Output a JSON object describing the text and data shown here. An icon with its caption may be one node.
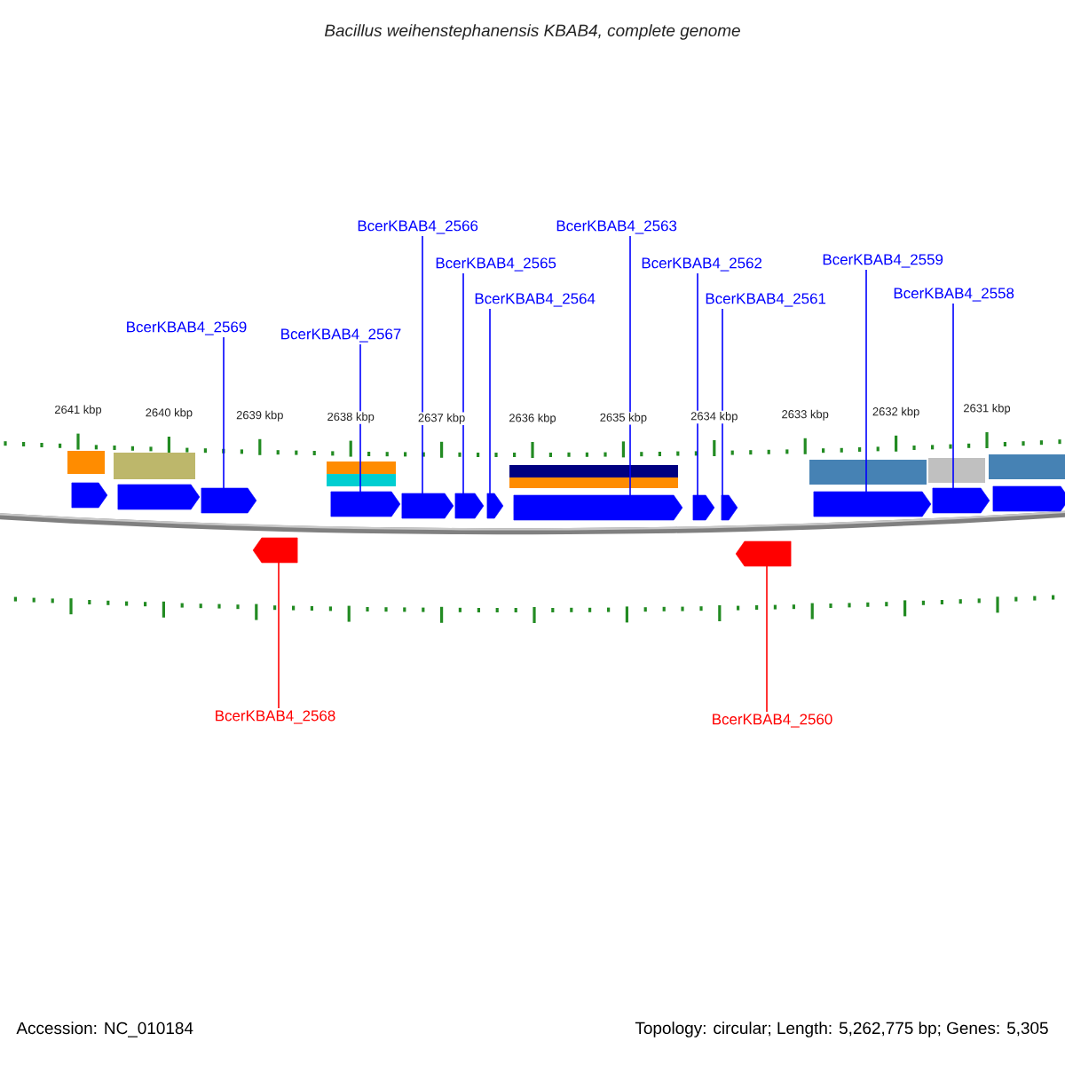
{
  "diagram": {
    "title": "Bacillus weihenstephanensis KBAB4, complete genome",
    "nodes": [
      {
        "text": [
          "BcerKBAB4_2566"
        ]
      },
      {
        "text": [
          "BcerKBAB4_2563"
        ]
      },
      {
        "text": [
          "BcerKBAB4_2565"
        ]
      },
      {
        "text": [
          "BcerKBAB4_2562"
        ]
      },
      {
        "text": [
          "BcerKBAB4_2559"
        ]
      },
      {
        "text": [
          "BcerKBAB4_2564"
        ]
      },
      {
        "text": [
          "BcerKBAB4_2561"
        ]
      },
      {
        "text": [
          "BcerKBAB4_2558"
        ]
      },
      {
        "text": [
          "BcerKBAB4_2569"
        ]
      },
      {
        "text": [
          "BcerKBAB4_2567"
        ]
      },
      {
        "text": [],
        "shape": "arrow"
      },
      {
        "text": [],
        "shape": "arrow"
      },
      {
        "text": [],
        "shape": "arrow"
      },
      {
        "text": [],
        "shape": "arrow"
      },
      {
        "text": [],
        "shape": "arrow"
      },
      {
        "text": [],
        "shape": "arrow"
      },
      {
        "text": [],
        "shape": "arrow"
      },
      {
        "text": [],
        "shape": "arrow"
      },
      {
        "text": [],
        "shape": "arrow"
      },
      {
        "text": [],
        "shape": "arrow"
      },
      {
        "text": [],
        "shape": "arrow"
      },
      {
        "text": [],
        "shape": "arrow"
      },
      {
        "text": [],
        "shape": "arrow"
      },
      {
        "text": [],
        "shape": "arrow"
      },
      {
        "text": [],
        "shape": "arrow"
      },
      {
        "text": [
          "BcerKBAB4_2568"
        ]
      },
      {
        "text": [
          "BcerKBAB4_2560"
        ]
      }
    ],
    "edges": [
      {
        "from": 0,
        "to": 14,
        "arrow": "none"
      },
      {
        "from": 1,
        "to": 17,
        "arrow": "none"
      },
      {
        "from": 2,
        "to": 15,
        "arrow": "none"
      },
      {
        "from": 3,
        "to": 18,
        "arrow": "none"
      },
      {
        "from": 4,
        "to": 20,
        "arrow": "none"
      },
      {
        "from": 5,
        "to": 16,
        "arrow": "none"
      },
      {
        "from": 6,
        "to": 19,
        "arrow": "none"
      },
      {
        "from": 7,
        "to": 21,
        "arrow": "none"
      },
      {
        "from": 8,
        "to": 12,
        "arrow": "none"
      },
      {
        "from": 9,
        "to": 13,
        "arrow": "none"
      },
      {
        "from": 25,
        "to": 23,
        "arrow": "none",
        "color": "#ff0000"
      },
      {
        "from": 26,
        "to": 24,
        "arrow": "none",
        "color": "#ff0000"
      }
    ],
    "labels": [
      "2641 kbp",
      "2640 kbp",
      "2639 kbp",
      "2638 kbp",
      "2637 kbp",
      "2636 kbp",
      "2635 kbp",
      "2634 kbp",
      "2633 kbp",
      "2632 kbp",
      "2631 kbp",
      "Accession: NC_010184",
      "Topology: circular; Length: 5,262,775 bp; Genes: 5,305"
    ]
  }
}
